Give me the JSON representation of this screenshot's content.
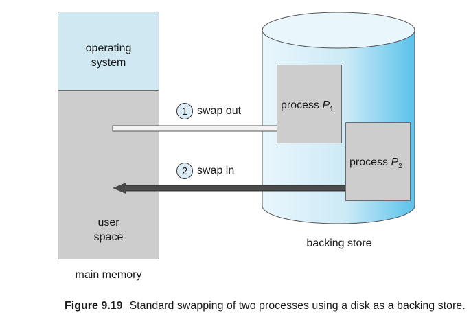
{
  "main_memory": {
    "os_label": "operating system",
    "os_line1": "operating",
    "os_line2": "system",
    "user_line1": "user",
    "user_line2": "space",
    "label": "main memory"
  },
  "backing_store": {
    "label": "backing store",
    "process1": {
      "prefix": "process ",
      "name": "P",
      "sub": "1"
    },
    "process2": {
      "prefix": "process ",
      "name": "P",
      "sub": "2"
    }
  },
  "steps": [
    {
      "number": "1",
      "label": "swap out"
    },
    {
      "number": "2",
      "label": "swap in"
    }
  ],
  "caption": {
    "figure": "Figure 9.19",
    "text": "Standard swapping of two processes using a disk as a backing store."
  },
  "colors": {
    "os_region": "#cfe8f2",
    "user_region": "#cdcdcd",
    "disk_light": "#e3f3fb",
    "disk_dark": "#5fc3ea",
    "arrow": "#4a4a4a"
  }
}
